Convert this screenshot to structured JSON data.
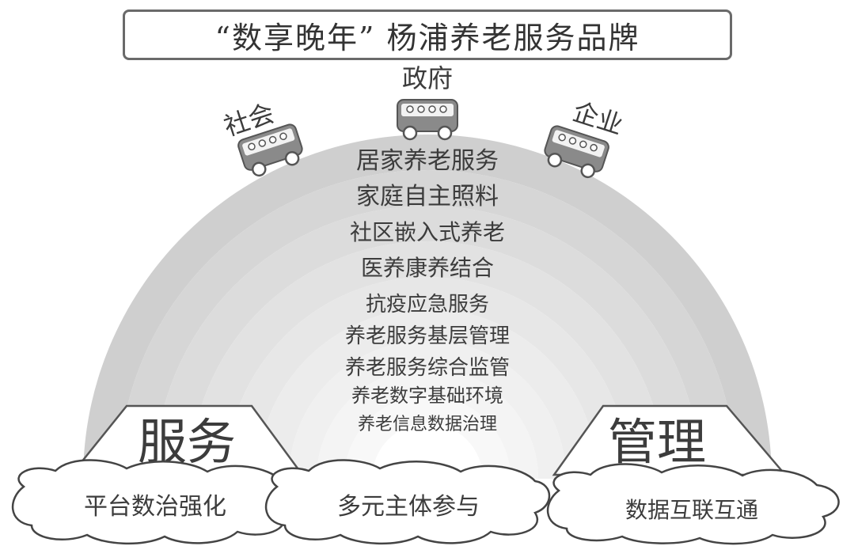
{
  "title": "“数享晚年” 杨浦养老服务品牌",
  "actors": {
    "left": "社会",
    "center": "政府",
    "right": "企业"
  },
  "arcs": [
    "居家养老服务",
    "家庭自主照料",
    "社区嵌入式养老",
    "医养康养结合",
    "抗疫应急服务",
    "养老服务基层管理",
    "养老服务综合监管",
    "养老数字基础环境",
    "养老信息数据治理"
  ],
  "arc_colors": [
    "#cfcfcf",
    "#d6d6d6",
    "#dcdcdc",
    "#e2e2e2",
    "#e7e7e7",
    "#ececec",
    "#f0f0f0",
    "#f4f4f4",
    "#f8f8f8"
  ],
  "pillars": {
    "left": "服务",
    "right": "管理"
  },
  "clouds": {
    "left": "平台数治强化",
    "center": "多元主体参与",
    "right": "数据互联互通"
  }
}
